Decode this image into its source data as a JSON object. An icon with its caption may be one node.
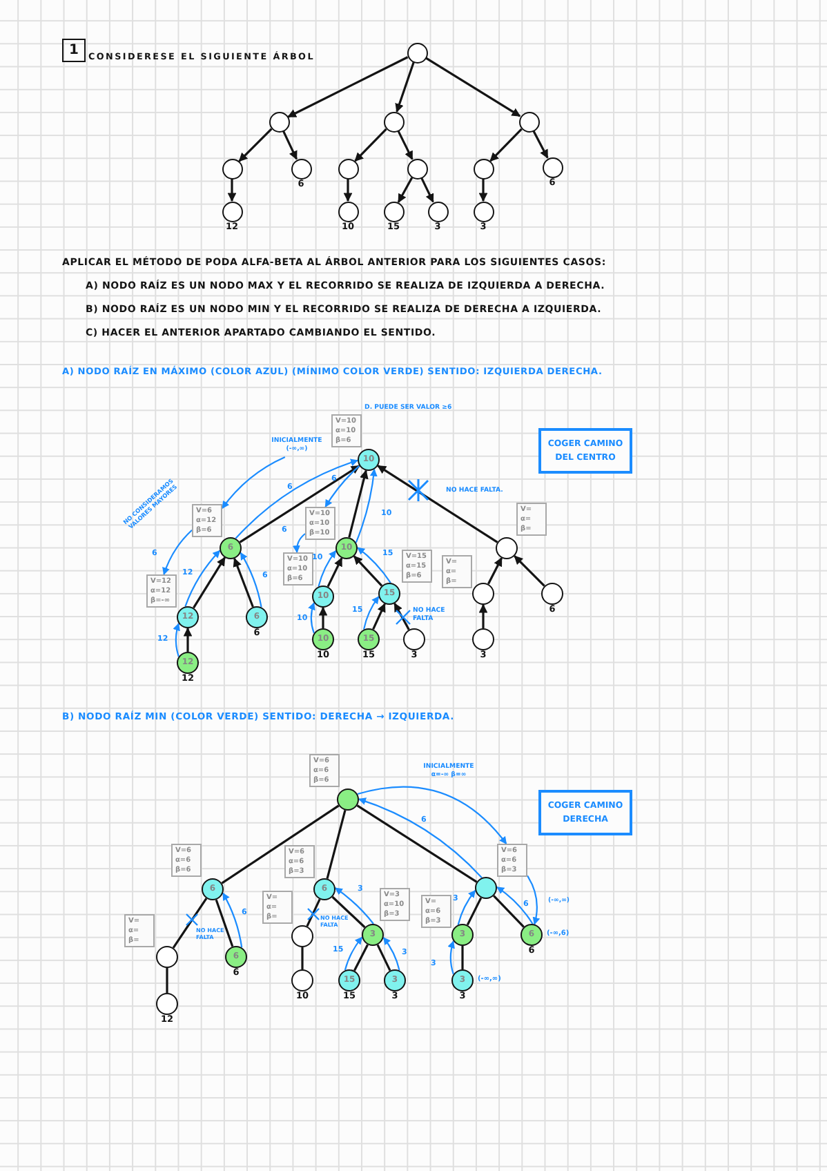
{
  "diagram": {
    "title": "CONSIDERESE EL SIGUIENTE ÁRBOL",
    "nodes": [
      {
        "text": [
          "1"
        ]
      },
      {
        "text": [],
        "shape": "circle"
      },
      {
        "text": [],
        "shape": "circle"
      },
      {
        "text": [],
        "shape": "circle"
      },
      {
        "text": [],
        "shape": "circle"
      },
      {
        "text": [],
        "shape": "circle"
      },
      {
        "text": [],
        "shape": "circle",
        "beside": [
          "6"
        ]
      },
      {
        "text": [],
        "shape": "circle"
      },
      {
        "text": [],
        "shape": "circle"
      },
      {
        "text": [],
        "shape": "circle"
      },
      {
        "text": [],
        "shape": "circle",
        "beside": [
          "6"
        ]
      },
      {
        "text": [],
        "shape": "circle",
        "beside": [
          "12"
        ]
      },
      {
        "text": [],
        "shape": "circle",
        "beside": [
          "10"
        ]
      },
      {
        "text": [],
        "shape": "circle",
        "beside": [
          "15"
        ]
      },
      {
        "text": [],
        "shape": "circle",
        "beside": [
          "3"
        ]
      },
      {
        "text": [],
        "shape": "circle",
        "beside": [
          "3"
        ]
      },
      {
        "text": [
          "V=10",
          "α=10",
          "β=6"
        ]
      },
      {
        "text": [
          "COGER CAMINO DEL CENTRO"
        ]
      },
      {
        "text": [
          "10"
        ]
      },
      {
        "text": [
          "V=6",
          "α=12",
          "β=6"
        ]
      },
      {
        "text": [
          "V=10",
          "α=10",
          "β=10"
        ]
      },
      {
        "text": [
          "V=",
          "α=",
          "β="
        ]
      },
      {
        "text": [
          "6"
        ]
      },
      {
        "text": [
          "10"
        ]
      },
      {
        "text": [],
        "shape": "circle"
      },
      {
        "text": [
          "V=12",
          "α=12",
          "β=-∞"
        ]
      },
      {
        "text": [
          "V=10",
          "α=10",
          "β=6"
        ]
      },
      {
        "text": [
          "V=15",
          "α=15",
          "β=6"
        ]
      },
      {
        "text": [
          "V=",
          "α=",
          "β="
        ]
      },
      {
        "text": [
          "12"
        ]
      },
      {
        "text": [
          "6"
        ],
        "beside": [
          "6"
        ]
      },
      {
        "text": [
          "10"
        ]
      },
      {
        "text": [
          "15"
        ]
      },
      {
        "text": [],
        "shape": "circle"
      },
      {
        "text": [],
        "shape": "circle",
        "beside": [
          "6"
        ]
      },
      {
        "text": [
          "12"
        ],
        "beside": [
          "12"
        ]
      },
      {
        "text": [
          "10"
        ],
        "beside": [
          "10"
        ]
      },
      {
        "text": [
          "15"
        ],
        "beside": [
          "15"
        ]
      },
      {
        "text": [],
        "shape": "circle",
        "beside": [
          "3"
        ]
      },
      {
        "text": [],
        "shape": "circle",
        "beside": [
          "3"
        ]
      },
      {
        "text": [
          "V=6",
          "α=6",
          "β=6"
        ]
      },
      {
        "text": [
          "COGER CAMINO DERECHA"
        ]
      },
      {
        "text": [],
        "shape": "circle"
      },
      {
        "text": [
          "V=6",
          "α=6",
          "β=6"
        ]
      },
      {
        "text": [
          "V=6",
          "α=6",
          "β=3"
        ]
      },
      {
        "text": [
          "V=6",
          "α=6",
          "β=3"
        ]
      },
      {
        "text": [
          "6"
        ]
      },
      {
        "text": [
          "6"
        ]
      },
      {
        "text": [],
        "shape": "circle"
      },
      {
        "text": [
          "V=3",
          "α=10",
          "β=3"
        ]
      },
      {
        "text": [
          "V=",
          "α=",
          "β="
        ]
      },
      {
        "text": [
          "V=",
          "α=",
          "β="
        ]
      },
      {
        "text": [
          "V=",
          "α=6",
          "β=3"
        ]
      },
      {
        "text": [],
        "shape": "circle"
      },
      {
        "text": [
          "6"
        ],
        "beside": [
          "6"
        ]
      },
      {
        "text": [],
        "shape": "circle"
      },
      {
        "text": [
          "3"
        ]
      },
      {
        "text": [
          "3"
        ]
      },
      {
        "text": [
          "6"
        ],
        "beside": [
          "6",
          "(-∞,6)"
        ]
      },
      {
        "text": [],
        "shape": "circle",
        "beside": [
          "12"
        ]
      },
      {
        "text": [],
        "shape": "circle",
        "beside": [
          "10"
        ]
      },
      {
        "text": [
          "15"
        ],
        "beside": [
          "15"
        ]
      },
      {
        "text": [
          "3"
        ],
        "beside": [
          "3"
        ]
      },
      {
        "text": [
          "3"
        ],
        "beside": [
          "3",
          "(-∞,∞)"
        ]
      },
      {
        "text": [
          "INICIALMENTE (-∞,∞)"
        ]
      }
    ],
    "edges": [
      {
        "from": 1,
        "to": 2,
        "arrow": "to"
      },
      {
        "from": 1,
        "to": 3,
        "arrow": "to"
      },
      {
        "from": 1,
        "to": 4,
        "arrow": "to"
      },
      {
        "from": 2,
        "to": 5,
        "arrow": "to"
      },
      {
        "from": 2,
        "to": 6,
        "arrow": "to"
      },
      {
        "from": 3,
        "to": 7,
        "arrow": "to"
      },
      {
        "from": 3,
        "to": 8,
        "arrow": "to"
      },
      {
        "from": 4,
        "to": 9,
        "arrow": "to"
      },
      {
        "from": 4,
        "to": 10,
        "arrow": "to"
      },
      {
        "from": 5,
        "to": 11,
        "arrow": "to"
      },
      {
        "from": 7,
        "to": 12,
        "arrow": "to"
      },
      {
        "from": 8,
        "to": 13,
        "arrow": "to"
      },
      {
        "from": 8,
        "to": 14,
        "arrow": "to"
      },
      {
        "from": 9,
        "to": 15,
        "arrow": "to"
      },
      {
        "from": 22,
        "to": 18,
        "arrow": "to"
      },
      {
        "from": 23,
        "to": 18,
        "arrow": "to"
      },
      {
        "from": 24,
        "to": 18,
        "arrow": "to"
      },
      {
        "from": 29,
        "to": 22,
        "arrow": "to"
      },
      {
        "from": 30,
        "to": 22,
        "arrow": "to"
      },
      {
        "from": 31,
        "to": 23,
        "arrow": "to"
      },
      {
        "from": 32,
        "to": 23,
        "arrow": "to"
      },
      {
        "from": 33,
        "to": 24,
        "arrow": "to"
      },
      {
        "from": 34,
        "to": 24,
        "arrow": "to"
      },
      {
        "from": 35,
        "to": 29,
        "arrow": "to"
      },
      {
        "from": 36,
        "to": 31,
        "arrow": "to"
      },
      {
        "from": 37,
        "to": 32,
        "arrow": "to"
      },
      {
        "from": 38,
        "to": 32,
        "arrow": "to"
      },
      {
        "from": 39,
        "to": 33,
        "arrow": "to"
      },
      {
        "from": 42,
        "to": 46,
        "arrow": "none"
      },
      {
        "from": 42,
        "to": 47,
        "arrow": "none"
      },
      {
        "from": 42,
        "to": 48,
        "arrow": "none"
      },
      {
        "from": 46,
        "to": 53,
        "arrow": "none"
      },
      {
        "from": 46,
        "to": 54,
        "arrow": "none"
      },
      {
        "from": 47,
        "to": 55,
        "arrow": "none"
      },
      {
        "from": 47,
        "to": 56,
        "arrow": "none"
      },
      {
        "from": 48,
        "to": 57,
        "arrow": "none"
      },
      {
        "from": 48,
        "to": 58,
        "arrow": "none"
      },
      {
        "from": 53,
        "to": 59,
        "arrow": "none"
      },
      {
        "from": 55,
        "to": 60,
        "arrow": "none"
      },
      {
        "from": 56,
        "to": 61,
        "arrow": "none"
      },
      {
        "from": 56,
        "to": 62,
        "arrow": "none"
      },
      {
        "from": 57,
        "to": 63,
        "arrow": "none"
      },
      {
        "from": 22,
        "to": 18,
        "arrow": "to",
        "label": "6",
        "color": "#1b8cff"
      },
      {
        "from": 64,
        "to": 19,
        "arrow": "to",
        "color": "#1b8cff"
      },
      {
        "from": 18,
        "to": 20,
        "arrow": "to",
        "label": "6",
        "color": "#1b8cff"
      },
      {
        "from": 23,
        "to": 18,
        "arrow": "to",
        "label": "10",
        "color": "#1b8cff"
      },
      {
        "from": 20,
        "to": 26,
        "arrow": "to",
        "label": "6",
        "color": "#1b8cff"
      },
      {
        "from": 19,
        "to": 25,
        "arrow": "to",
        "label": "6",
        "color": "#1b8cff"
      },
      {
        "from": 29,
        "to": 22,
        "arrow": "to",
        "label": "12",
        "color": "#1b8cff"
      },
      {
        "from": 30,
        "to": 22,
        "arrow": "to",
        "label": "6",
        "color": "#1b8cff"
      },
      {
        "from": 35,
        "to": 29,
        "arrow": "to",
        "label": "12",
        "color": "#1b8cff"
      },
      {
        "from": 36,
        "to": 31,
        "arrow": "to",
        "label": "10",
        "color": "#1b8cff"
      },
      {
        "from": 31,
        "to": 23,
        "arrow": "to",
        "label": "10",
        "color": "#1b8cff"
      },
      {
        "from": 37,
        "to": 32,
        "arrow": "to",
        "label": "15",
        "color": "#1b8cff"
      },
      {
        "from": 32,
        "to": 23,
        "arrow": "to",
        "label": "15",
        "color": "#1b8cff"
      },
      {
        "from": 42,
        "to": 45,
        "arrow": "to",
        "label": "INICIALMENTE α=-∞ β=∞",
        "color": "#1b8cff"
      },
      {
        "from": 48,
        "to": 42,
        "arrow": "to",
        "label": "6",
        "color": "#1b8cff"
      },
      {
        "from": 45,
        "to": 58,
        "arrow": "to",
        "label": "(-∞,∞)",
        "color": "#1b8cff"
      },
      {
        "from": 58,
        "to": 48,
        "arrow": "to",
        "label": "6",
        "color": "#1b8cff"
      },
      {
        "from": 57,
        "to": 48,
        "arrow": "to",
        "label": "3",
        "color": "#1b8cff"
      },
      {
        "from": 56,
        "to": 47,
        "arrow": "to",
        "label": "3",
        "color": "#1b8cff"
      },
      {
        "from": 54,
        "to": 46,
        "arrow": "to",
        "label": "6",
        "color": "#1b8cff"
      },
      {
        "from": 61,
        "to": 56,
        "arrow": "to",
        "label": "15",
        "color": "#1b8cff"
      },
      {
        "from": 62,
        "to": 56,
        "arrow": "to",
        "label": "3",
        "color": "#1b8cff"
      },
      {
        "from": 63,
        "to": 57,
        "arrow": "to",
        "label": "3",
        "color": "#1b8cff"
      }
    ],
    "labels": [
      "APLICAR EL MÉTODO DE PODA ALFA-BETA AL ÁRBOL ANTERIOR PARA LOS SIGUIENTES CASOS:",
      "A) NODO RAÍZ ES UN NODO MAX Y EL RECORRIDO SE REALIZA DE IZQUIERDA A DERECHA.",
      "B) NODO RAÍZ ES UN NODO MIN Y EL RECORRIDO SE REALIZA DE DERECHA A IZQUIERDA.",
      "C) HACER EL ANTERIOR APARTADO CAMBIANDO EL SENTIDO.",
      "A) NODO RAÍZ EN MÁXIMO (COLOR AZUL) (MÍNIMO COLOR VERDE) SENTIDO: IZQUIERDA DERECHA.",
      "D. PUEDE SER VALOR ≥6",
      "NO HACE FALTA.",
      "NO CONSIDERAMOS VALORES MAYORES",
      "NO HACE FALTA",
      "B) NODO RAÍZ MIN (COLOR VERDE) SENTIDO: DERECHA → IZQUIERDA.",
      "NO HACE FALTA",
      "NO HACE FALTA"
    ]
  }
}
